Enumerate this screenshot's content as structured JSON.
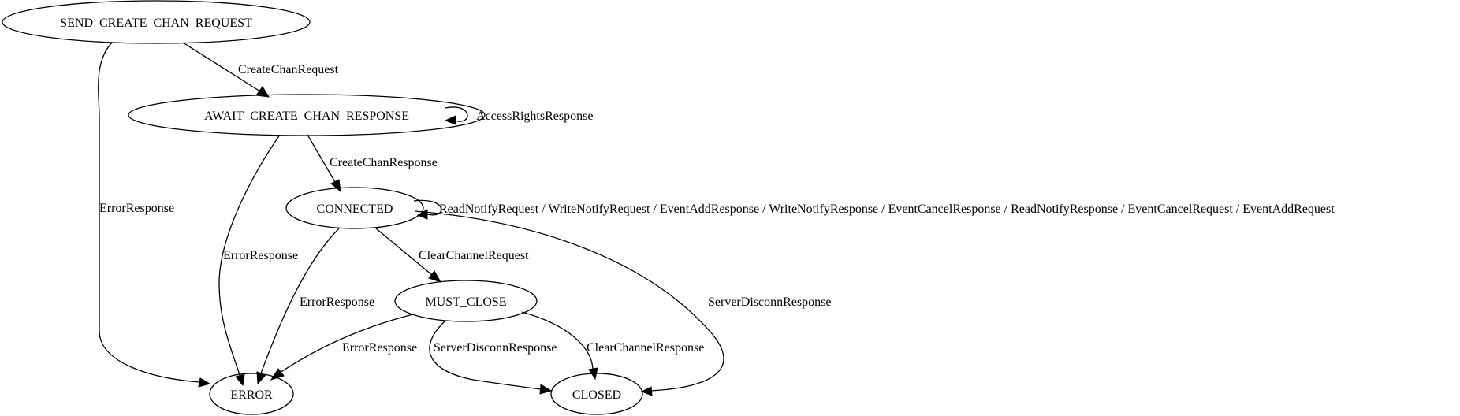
{
  "nodes": {
    "send_create_chan_request": "SEND_CREATE_CHAN_REQUEST",
    "await_create_chan_response": "AWAIT_CREATE_CHAN_RESPONSE",
    "connected": "CONNECTED",
    "must_close": "MUST_CLOSE",
    "error": "ERROR",
    "closed": "CLOSED"
  },
  "edges": {
    "send_to_await": "CreateChanRequest",
    "send_to_error": "ErrorResponse",
    "await_self": "AccessRightsResponse",
    "await_to_connected": "CreateChanResponse",
    "await_to_error": "ErrorResponse",
    "connected_self": "ReadNotifyRequest / WriteNotifyRequest / EventAddResponse / WriteNotifyResponse / EventCancelResponse / ReadNotifyResponse / EventCancelRequest / EventAddRequest",
    "connected_to_must_close": "ClearChannelRequest",
    "connected_to_error": "ErrorResponse",
    "connected_to_closed": "ServerDisconnResponse",
    "must_close_to_error": "ErrorResponse",
    "must_close_to_closed_server": "ServerDisconnResponse",
    "must_close_to_closed_clear": "ClearChannelResponse"
  }
}
